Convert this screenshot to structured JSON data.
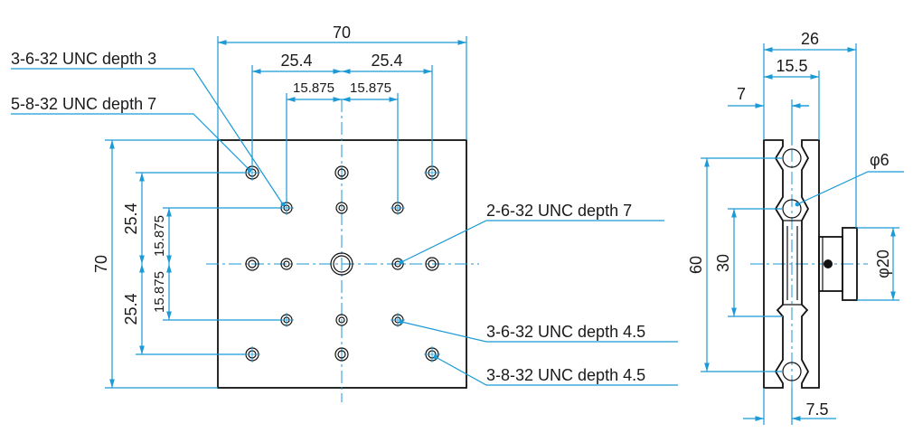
{
  "front_view": {
    "width": "70",
    "height": "70",
    "top_pitch_outer_left": "25.4",
    "top_pitch_outer_right": "25.4",
    "top_pitch_inner_left": "15.875",
    "top_pitch_inner_right": "15.875",
    "left_pitch_outer_top": "25.4",
    "left_pitch_outer_bottom": "25.4",
    "left_pitch_inner_top": "15.875",
    "left_pitch_inner_bottom": "15.875"
  },
  "notes": {
    "n1": "3-6-32 UNC depth 3",
    "n2": "5-8-32 UNC depth 7",
    "n3": "2-6-32 UNC depth 7",
    "n4": "3-6-32 UNC depth 4.5",
    "n5": "3-8-32 UNC depth 4.5"
  },
  "side_view": {
    "total_width": "26",
    "width_15": "15.5",
    "width_7": "7",
    "dia_6": "φ6",
    "dia_20": "φ20",
    "height_60": "60",
    "height_30": "30",
    "bottom_7_5": "7.5"
  },
  "colors": {
    "dimension_line": "#1a9ad6",
    "outline": "#111111"
  }
}
